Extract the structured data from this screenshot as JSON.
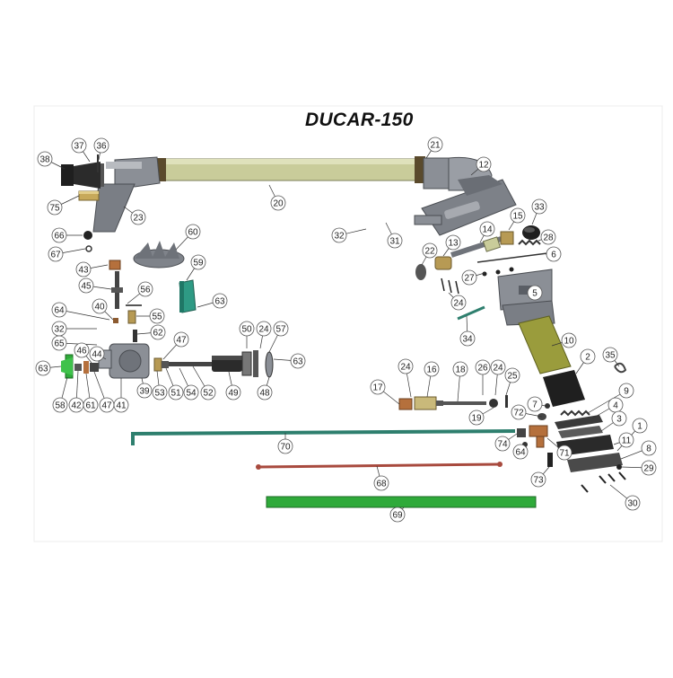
{
  "title": "DUCAR-150",
  "colors": {
    "olive": "#c9cc9a",
    "gray": "#8b8f96",
    "dark": "#2d2d2d",
    "teal": "#2e7f6e",
    "red": "#a84a3e",
    "green": "#2faa3a",
    "brass": "#b79a54",
    "copper": "#b5703c"
  },
  "callouts": [
    {
      "label": "38"
    },
    {
      "label": "37"
    },
    {
      "label": "36"
    },
    {
      "label": "75"
    },
    {
      "label": "23"
    },
    {
      "label": "20"
    },
    {
      "label": "21"
    },
    {
      "label": "12"
    },
    {
      "label": "66"
    },
    {
      "label": "67"
    },
    {
      "label": "60"
    },
    {
      "label": "32"
    },
    {
      "label": "31"
    },
    {
      "label": "33"
    },
    {
      "label": "15"
    },
    {
      "label": "14"
    },
    {
      "label": "13"
    },
    {
      "label": "22"
    },
    {
      "label": "28"
    },
    {
      "label": "6"
    },
    {
      "label": "43"
    },
    {
      "label": "59"
    },
    {
      "label": "63"
    },
    {
      "label": "45"
    },
    {
      "label": "56"
    },
    {
      "label": "27"
    },
    {
      "label": "24"
    },
    {
      "label": "5"
    },
    {
      "label": "64"
    },
    {
      "label": "40"
    },
    {
      "label": "55"
    },
    {
      "label": "34"
    },
    {
      "label": "32"
    },
    {
      "label": "62"
    },
    {
      "label": "65"
    },
    {
      "label": "47"
    },
    {
      "label": "50"
    },
    {
      "label": "24"
    },
    {
      "label": "57"
    },
    {
      "label": "10"
    },
    {
      "label": "46"
    },
    {
      "label": "44"
    },
    {
      "label": "63"
    },
    {
      "label": "63"
    },
    {
      "label": "2"
    },
    {
      "label": "35"
    },
    {
      "label": "24"
    },
    {
      "label": "16"
    },
    {
      "label": "18"
    },
    {
      "label": "26"
    },
    {
      "label": "24"
    },
    {
      "label": "25"
    },
    {
      "label": "17"
    },
    {
      "label": "9"
    },
    {
      "label": "4"
    },
    {
      "label": "7"
    },
    {
      "label": "58"
    },
    {
      "label": "42"
    },
    {
      "label": "61"
    },
    {
      "label": "47"
    },
    {
      "label": "41"
    },
    {
      "label": "39"
    },
    {
      "label": "53"
    },
    {
      "label": "51"
    },
    {
      "label": "54"
    },
    {
      "label": "52"
    },
    {
      "label": "49"
    },
    {
      "label": "48"
    },
    {
      "label": "72"
    },
    {
      "label": "3"
    },
    {
      "label": "19"
    },
    {
      "label": "1"
    },
    {
      "label": "70"
    },
    {
      "label": "74"
    },
    {
      "label": "11"
    },
    {
      "label": "64"
    },
    {
      "label": "71"
    },
    {
      "label": "8"
    },
    {
      "label": "29"
    },
    {
      "label": "73"
    },
    {
      "label": "68"
    },
    {
      "label": "30"
    },
    {
      "label": "69"
    }
  ]
}
